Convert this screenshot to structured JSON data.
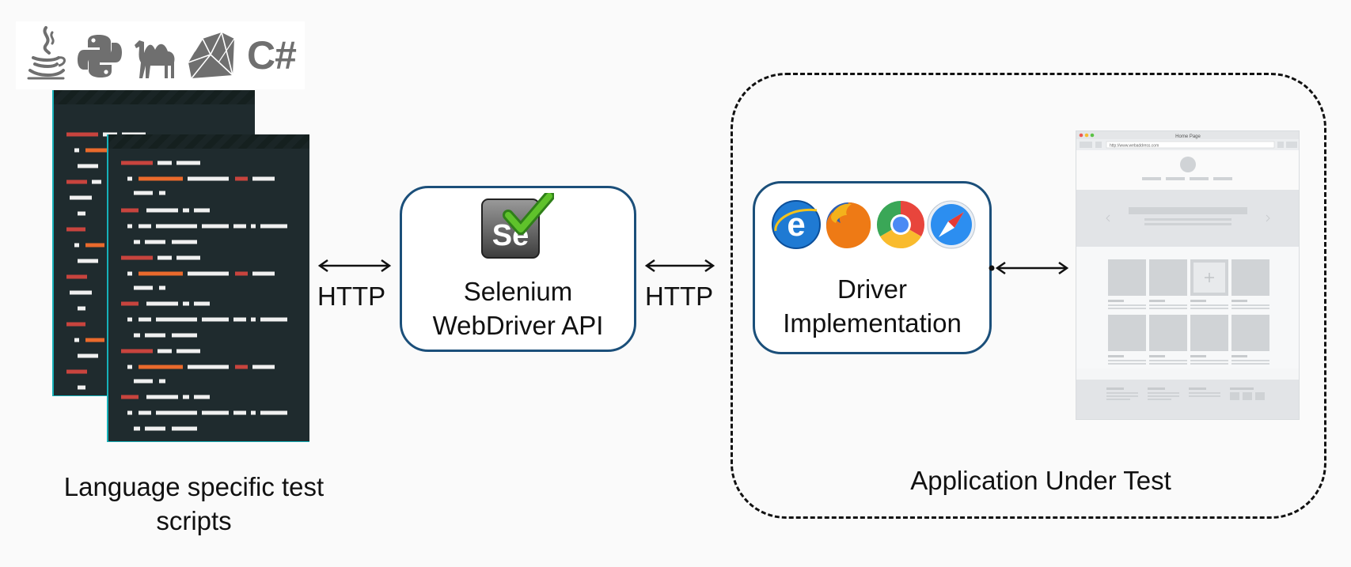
{
  "language_icons": [
    "java-icon",
    "python-icon",
    "perl-camel-icon",
    "ruby-icon"
  ],
  "csharp_label": "C#",
  "code_scripts_label": "Language specific test scripts",
  "http_left": "HTTP",
  "http_middle": "HTTP",
  "api_box": {
    "line1": "Selenium",
    "line2": "WebDriver API",
    "logo_text": "Se"
  },
  "driver_box": {
    "line1": "Driver",
    "line2": "Implementation"
  },
  "browser_icons": [
    "internet-explorer-icon",
    "firefox-icon",
    "chrome-icon",
    "safari-icon"
  ],
  "aut_label": "Application Under Test",
  "mockup": {
    "title": "Home Page",
    "url": "http://www.webaddress.com"
  },
  "colors": {
    "box_border": "#1b4f7a",
    "code_bg": "#1f2b2e",
    "code_red": "#c8443e",
    "code_orange": "#ea6a2c",
    "code_white": "#f0f0f0",
    "code_border": "#16b1b9"
  }
}
